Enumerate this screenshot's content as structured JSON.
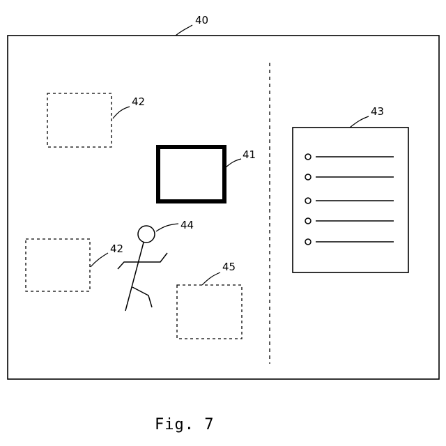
{
  "labels": {
    "screen": "40",
    "target_frame": "41",
    "region_top": "42",
    "region_bottom": "42",
    "list_panel": "43",
    "person": "44",
    "region_small": "45"
  },
  "list_panel": {
    "items": [
      "",
      "",
      "",
      "",
      ""
    ]
  },
  "caption": "Fig. 7"
}
